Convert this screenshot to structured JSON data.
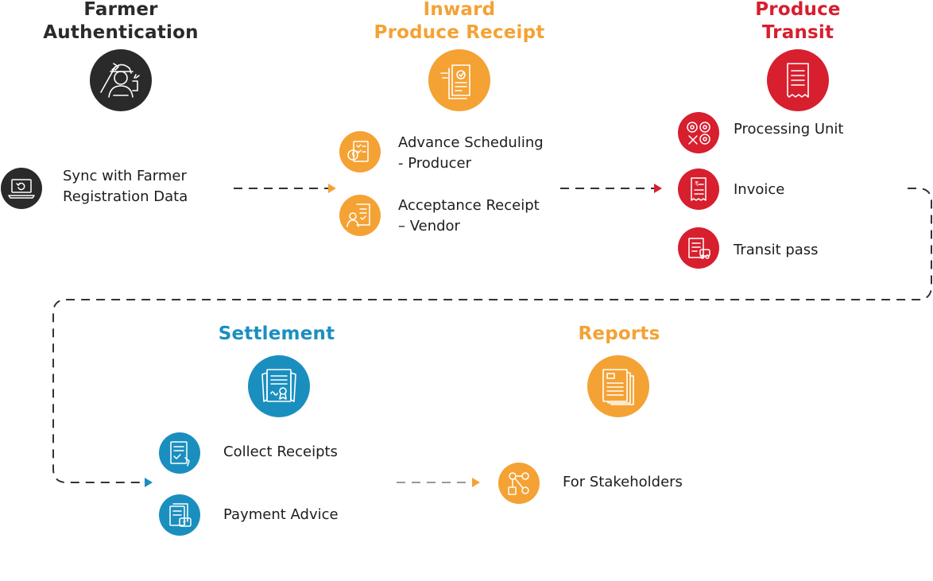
{
  "colors": {
    "dark": "#2a2a2a",
    "orange": "#f4a234",
    "red": "#d71f2e",
    "blue": "#1a8fbf",
    "dash": "#333333"
  },
  "stages": {
    "farmer": {
      "title_line1": "Farmer",
      "title_line2": "Authentication",
      "icon": "farmer-icon",
      "items": [
        {
          "line1": "Sync with Farmer",
          "line2": "Registration Data",
          "icon": "laptop-sync-icon"
        }
      ]
    },
    "inward": {
      "title_line1": "Inward",
      "title_line2": "Produce Receipt",
      "icon": "receipt-document-icon",
      "items": [
        {
          "line1": "Advance Scheduling",
          "line2": "- Producer",
          "icon": "schedule-checklist-icon"
        },
        {
          "line1": "Acceptance Receipt",
          "line2": "– Vendor",
          "icon": "acceptance-receipt-icon"
        }
      ]
    },
    "transit": {
      "title_line1": "Produce",
      "title_line2": "Transit",
      "icon": "bill-icon",
      "items": [
        {
          "line1": "Processing Unit",
          "icon": "gears-icon"
        },
        {
          "line1": "Invoice",
          "icon": "invoice-icon"
        },
        {
          "line1": "Transit pass",
          "icon": "transit-pass-icon"
        }
      ]
    },
    "settlement": {
      "title_line1": "Settlement",
      "icon": "certificate-icon",
      "items": [
        {
          "line1": "Collect Receipts",
          "icon": "collect-receipts-icon"
        },
        {
          "line1": "Payment Advice",
          "icon": "payment-advice-icon"
        }
      ]
    },
    "reports": {
      "title_line1": "Reports",
      "icon": "report-pages-icon",
      "items": [
        {
          "line1": "For Stakeholders",
          "icon": "stakeholders-icon"
        }
      ]
    }
  }
}
